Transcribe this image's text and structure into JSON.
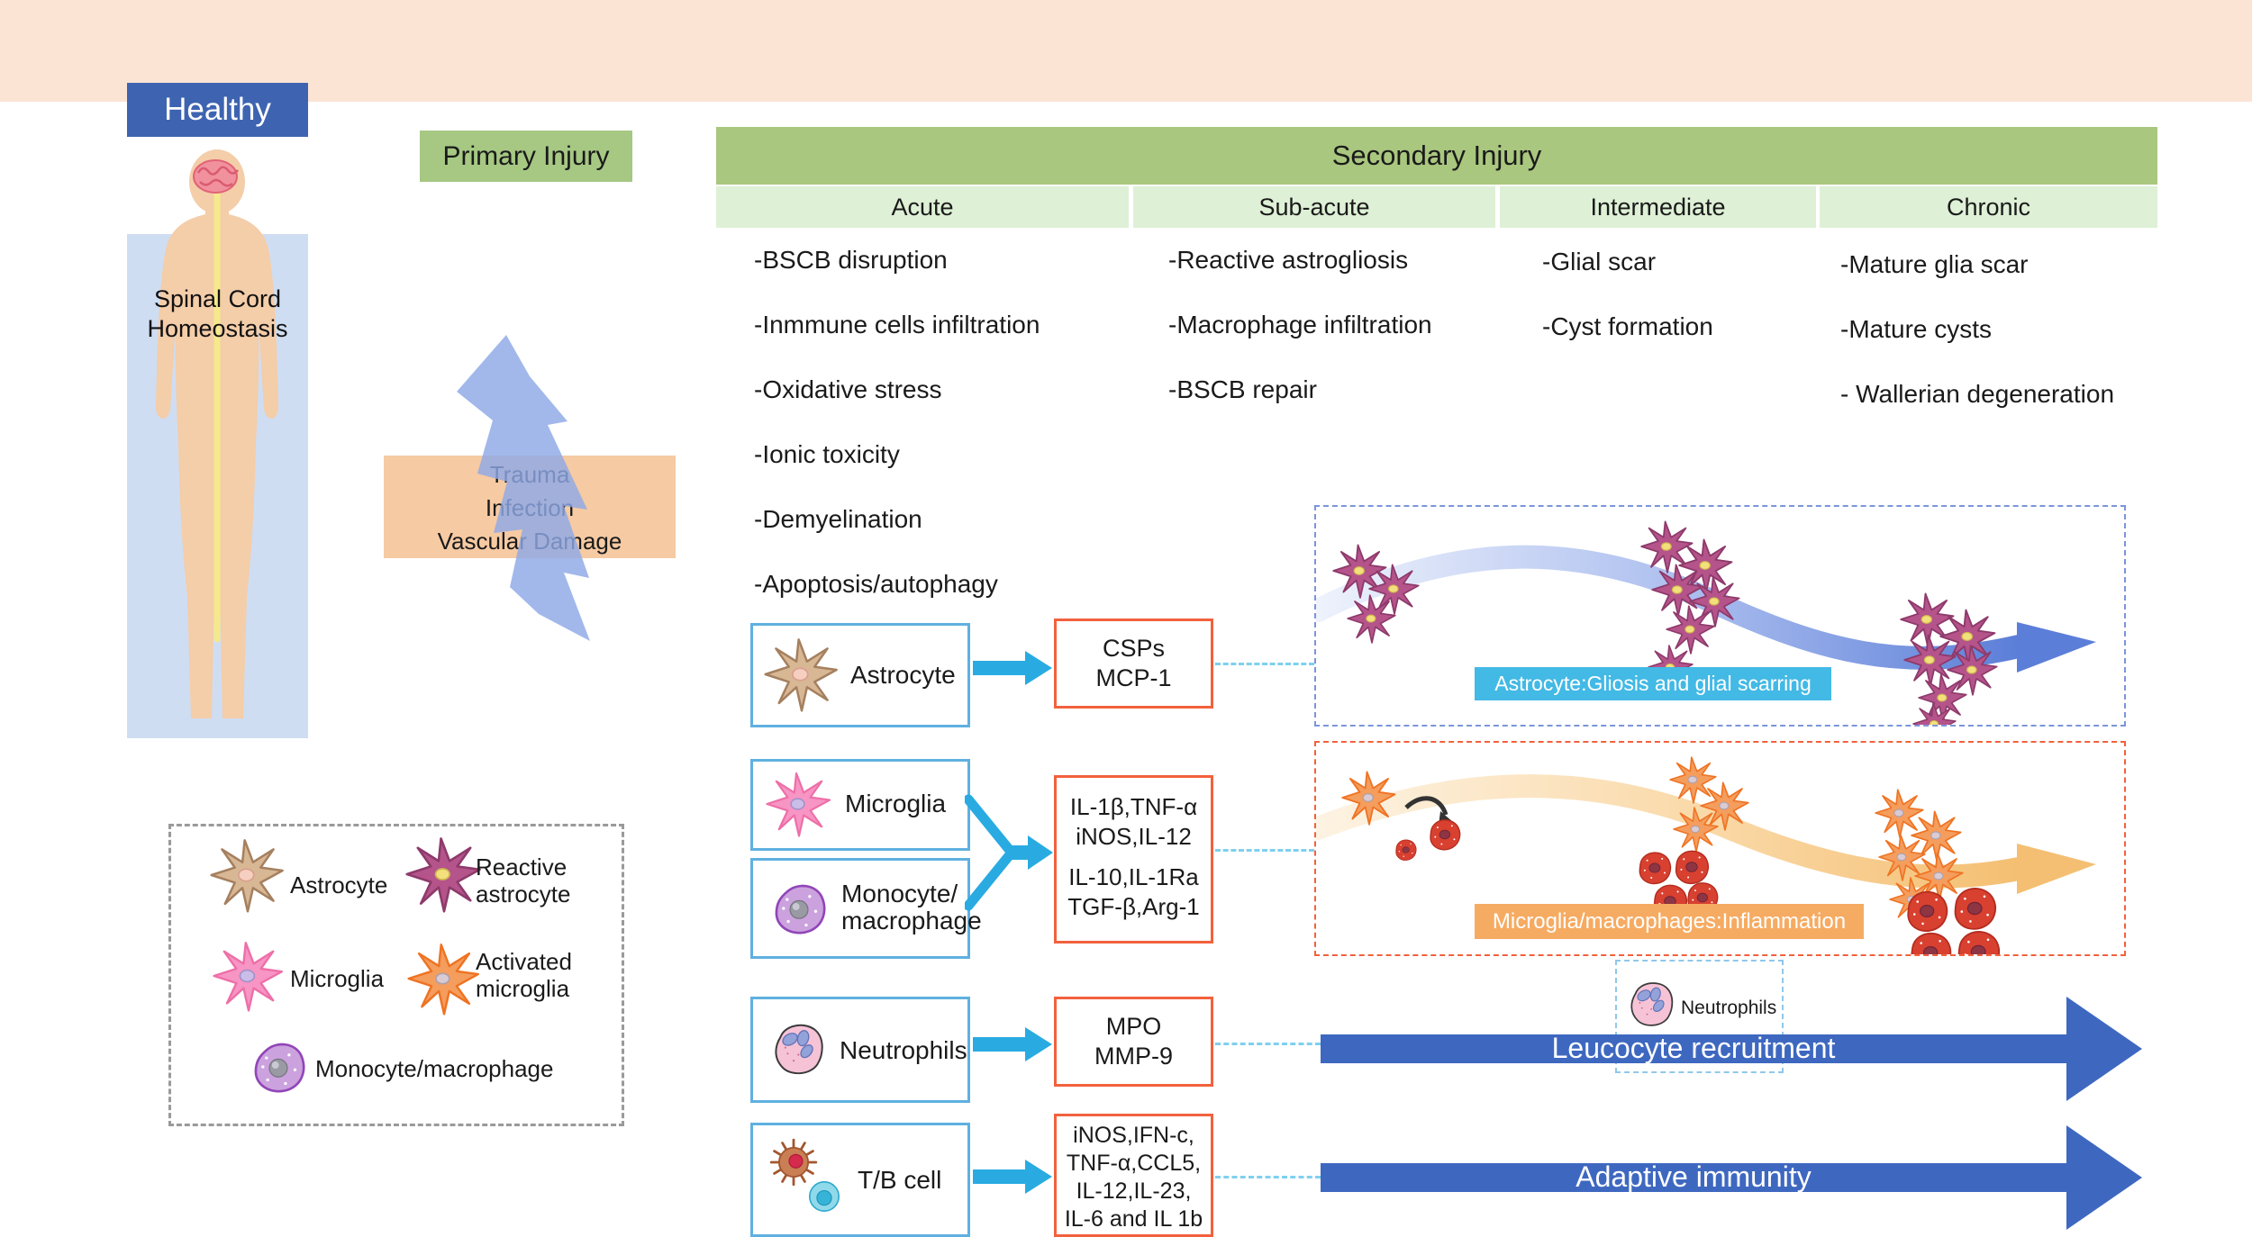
{
  "healthy": {
    "label": "Healthy"
  },
  "body_figure": {
    "caption": [
      "Spinal Cord",
      "Homeostasis"
    ]
  },
  "primary_injury": {
    "label": "Primary Injury"
  },
  "trauma": {
    "lines": [
      "Trauma",
      "Infection",
      "Vascular Damage"
    ]
  },
  "secondary": {
    "title": "Secondary Injury",
    "phases": [
      {
        "label": "Acute",
        "items": [
          "-BSCB disruption",
          "-Inmmune cells infiltration",
          "-Oxidative stress",
          "-Ionic toxicity",
          "-Demyelination",
          "-Apoptosis/autophagy"
        ]
      },
      {
        "label": "Sub-acute",
        "items": [
          "-Reactive astrogliosis",
          "-Macrophage infiltration",
          "-BSCB repair"
        ]
      },
      {
        "label": "Intermediate",
        "items": [
          "-Glial scar",
          "-Cyst formation"
        ]
      },
      {
        "label": "Chronic",
        "items": [
          "-Mature glia scar",
          "-Mature cysts",
          "- Wallerian degeneration"
        ]
      }
    ]
  },
  "cell_rows": {
    "astrocyte": {
      "label": "Astrocyte"
    },
    "microglia": {
      "label": "Microglia"
    },
    "monocyte": {
      "lines": [
        "Monocyte/",
        "macrophage"
      ]
    },
    "neutrophils": {
      "label": "Neutrophils"
    },
    "tbcell": {
      "label": "T/B cell"
    }
  },
  "factor_boxes": {
    "astrocyte": {
      "lines": [
        "CSPs",
        "MCP-1"
      ]
    },
    "microglia_monocyte": {
      "lines": [
        "IL-1β,TNF-α",
        "iNOS,IL-12",
        "IL-10,IL-1Ra",
        "TGF-β,Arg-1"
      ]
    },
    "neutrophils": {
      "lines": [
        "MPO",
        "MMP-9"
      ]
    },
    "tbcell": {
      "lines": [
        "iNOS,IFN-c,",
        "TNF-α,CCL5,",
        "IL-12,IL-23,",
        "IL-6 and IL 1b"
      ]
    }
  },
  "panels": {
    "astrocyte": {
      "label": "Astrocyte:Gliosis and glial scarring"
    },
    "microglia": {
      "label": "Microglia/macrophages:Inflammation"
    }
  },
  "flow_arrows": {
    "leucocyte": {
      "label": "Leucocyte recruitment"
    },
    "adaptive": {
      "label": "Adaptive immunity"
    }
  },
  "neutrophils_callout": {
    "label": "Neutrophils"
  },
  "legend": {
    "items": [
      {
        "label": "Astrocyte"
      },
      {
        "lines": [
          "Reactive",
          "astrocyte"
        ]
      },
      {
        "label": "Microglia"
      },
      {
        "lines": [
          "Activated",
          "microglia"
        ]
      },
      {
        "label": "Monocyte/macrophage"
      }
    ]
  },
  "colors": {
    "banner": "#fce4d4",
    "healthy_blue": "#3e64b1",
    "body_rect": "#cfddf2",
    "skin": "#f4cda9",
    "green_dark": "#a9c77e",
    "green_light": "#def0d6",
    "primary_green": "#a6c883",
    "trauma_orange": "#f6caa3",
    "lightning_blue": "#8da8e6",
    "cell_border": "#5fb0e0",
    "factor_border": "#f2613d",
    "small_arrow": "#29abe2",
    "big_arrow": "#3e68c0",
    "cyan_label": "#43b9e5",
    "orange_label": "#f6ab62",
    "dash_connector": "#7fd0ee",
    "panel_blue_dash": "#7b95da",
    "panel_orange_dash": "#f2613d"
  }
}
